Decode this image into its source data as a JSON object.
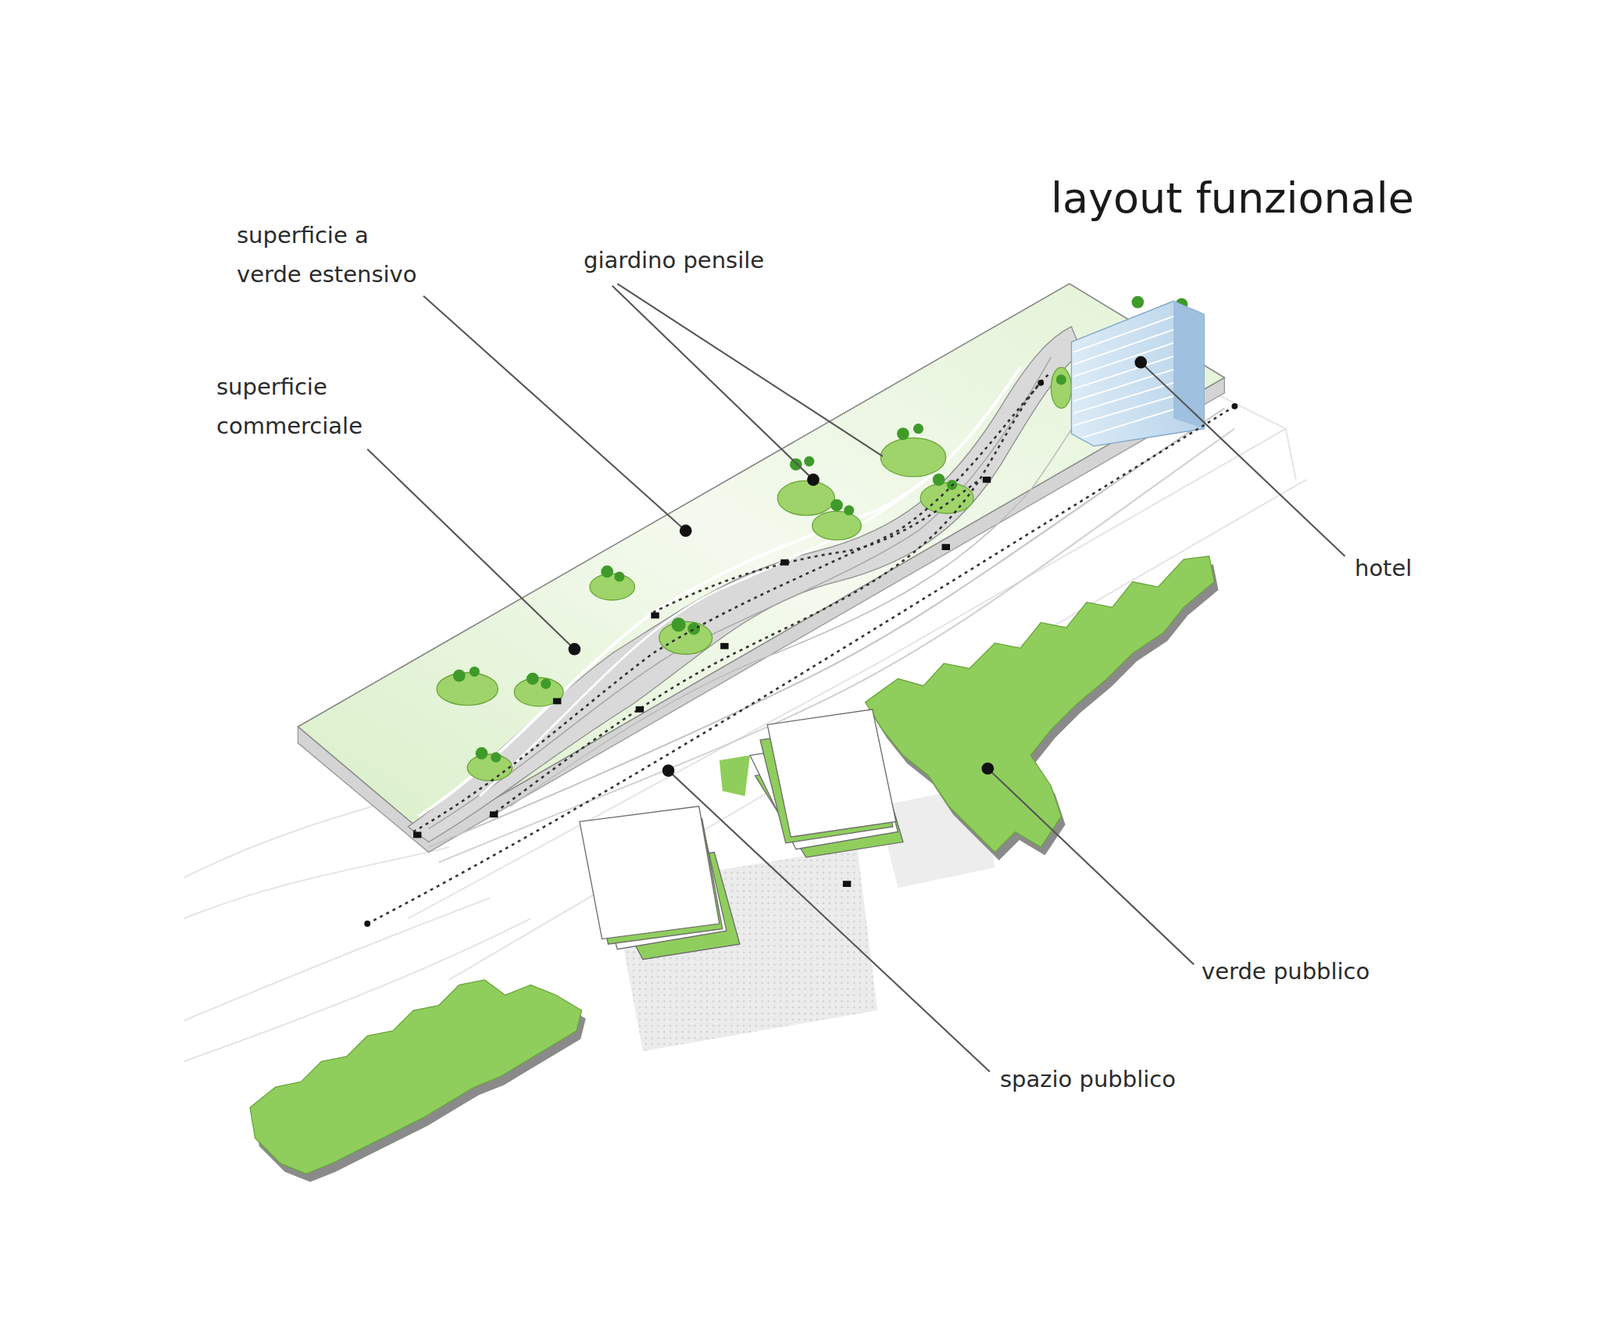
{
  "diagram": {
    "title": "layout funzionale",
    "labels": [
      "superficie a verde estensivo",
      "giardino pensile",
      "superficie commerciale",
      "hotel",
      "verde pubblico",
      "spazio pubblico"
    ]
  }
}
